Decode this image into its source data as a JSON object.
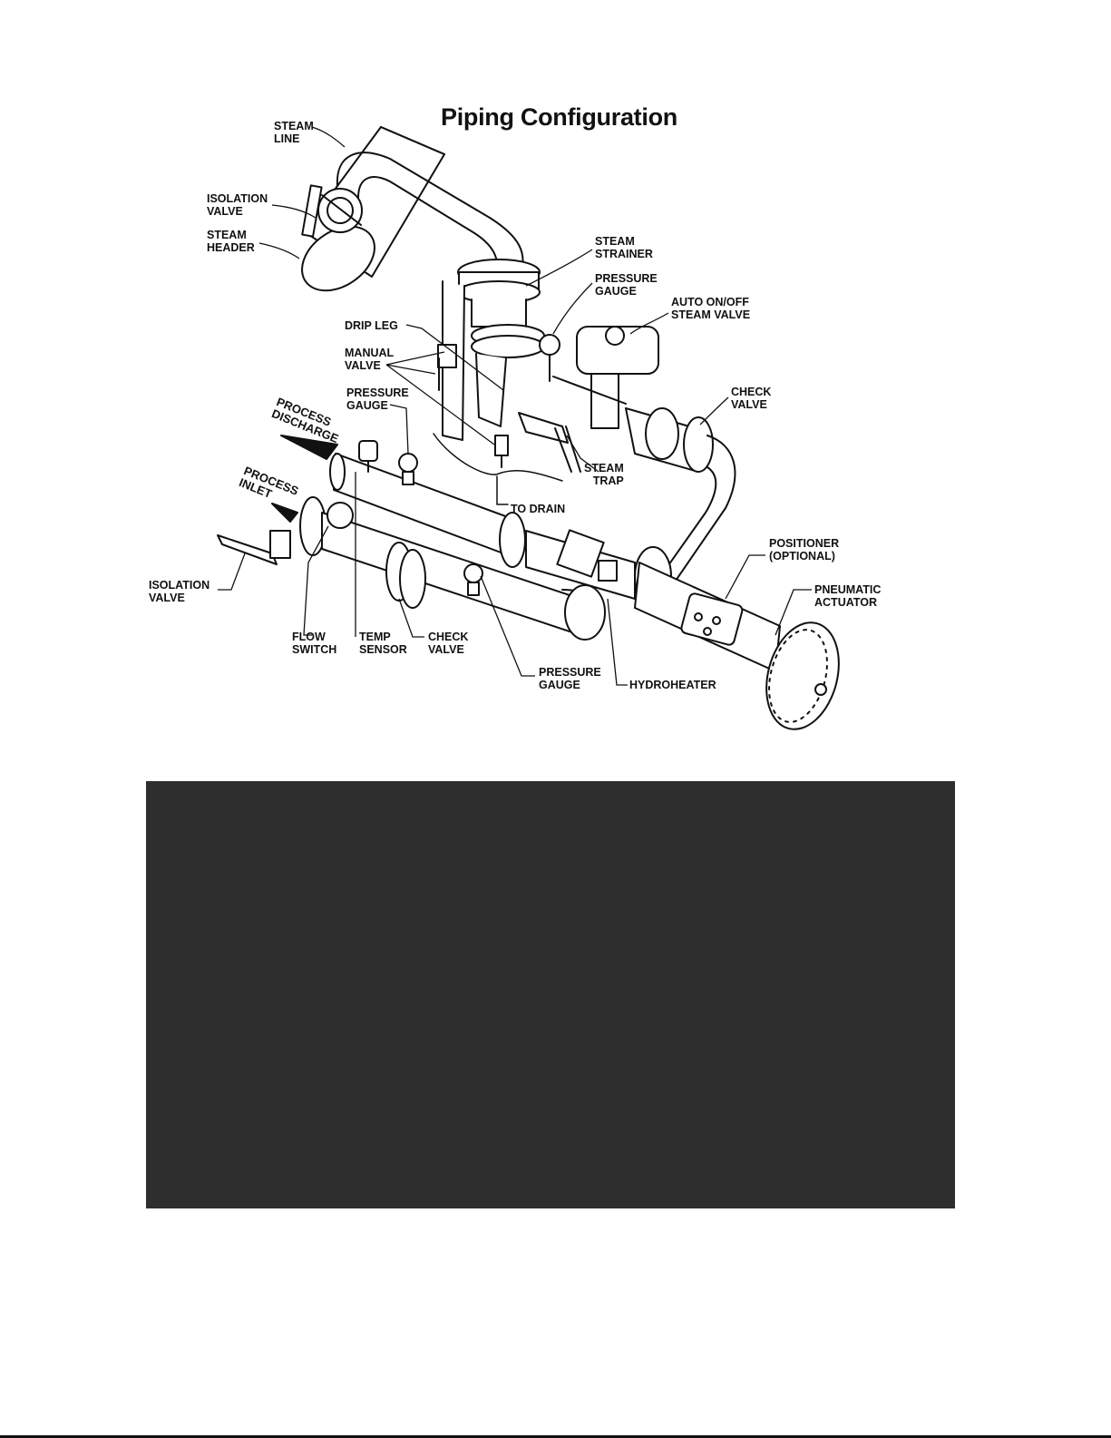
{
  "title": "Piping Configuration",
  "labels": {
    "steam_line": "STEAM\nLINE",
    "isolation_valve_top": "ISOLATION\nVALVE",
    "steam_header": "STEAM\nHEADER",
    "steam_strainer": "STEAM\nSTRAINER",
    "pressure_gauge_top": "PRESSURE\nGAUGE",
    "auto_valve": "AUTO ON/OFF\nSTEAM VALVE",
    "drip_leg": "DRIP LEG",
    "manual_valve": "MANUAL\nVALVE",
    "pressure_gauge_left": "PRESSURE\nGAUGE",
    "check_valve_right": "CHECK\nVALVE",
    "process_discharge": "PROCESS\nDISCHARGE",
    "process_inlet": "PROCESS\nINLET",
    "steam_trap": "STEAM\nTRAP",
    "to_drain": "TO DRAIN",
    "positioner": "POSITIONER\n(OPTIONAL)",
    "pneumatic_actuator": "PNEUMATIC\nACTUATOR",
    "isolation_valve_bottom": "ISOLATION\nVALVE",
    "flow_switch": "FLOW\nSWITCH",
    "temp_sensor": "TEMP\nSENSOR",
    "check_valve_bottom": "CHECK\nVALVE",
    "pressure_gauge_bottom": "PRESSURE\nGAUGE",
    "hydroheater": "HYDROHEATER"
  },
  "colors": {
    "line": "#111111",
    "panel": "#2e2e2e",
    "background": "#ffffff"
  }
}
